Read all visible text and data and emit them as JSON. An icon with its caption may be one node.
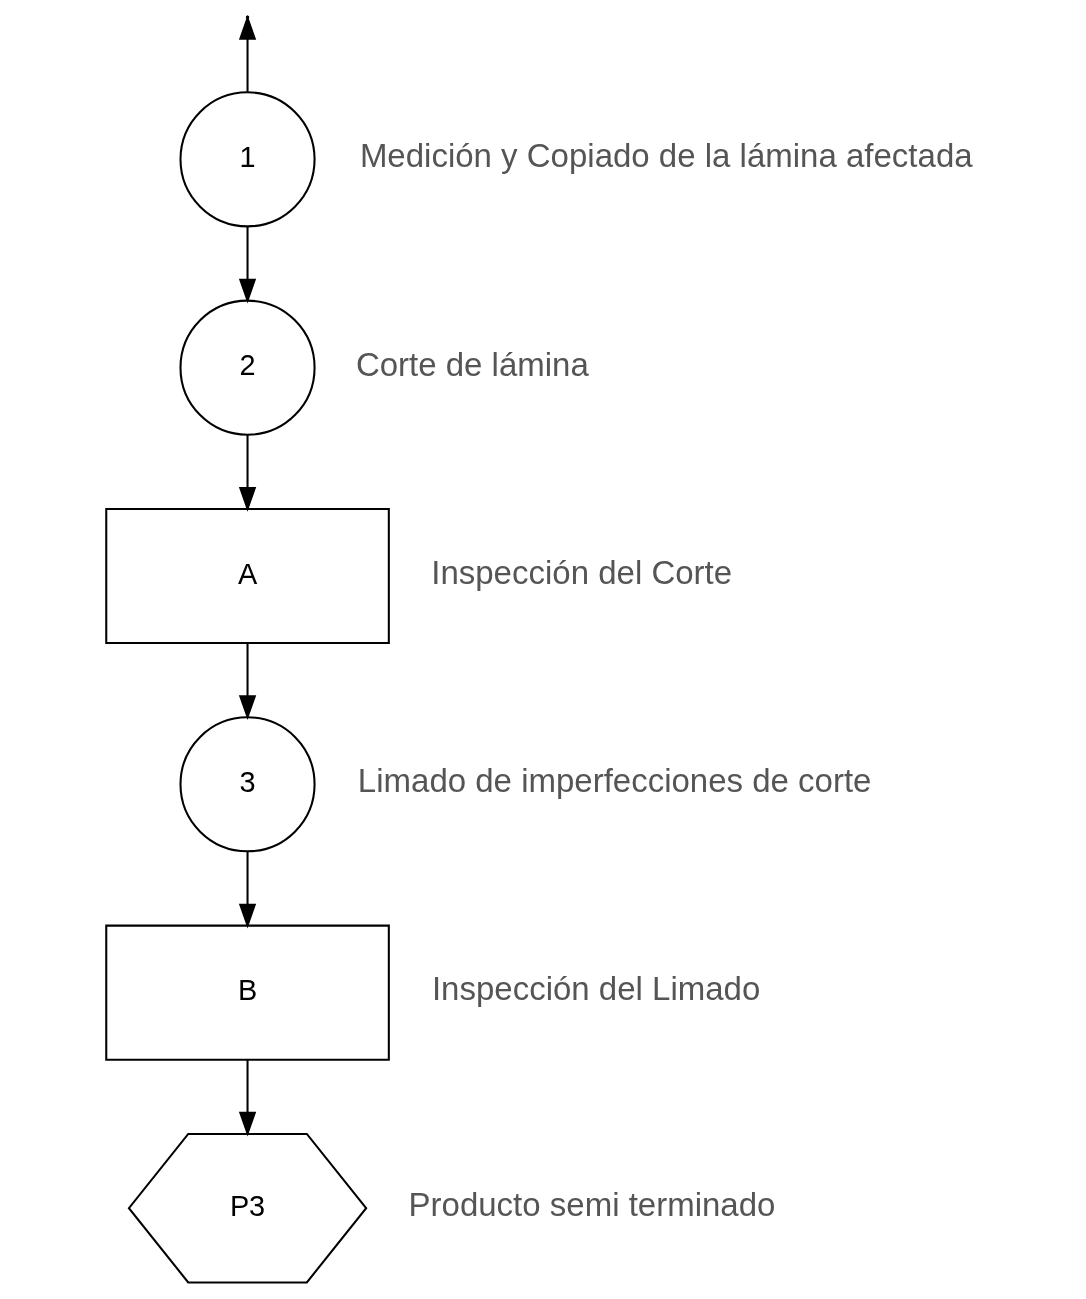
{
  "diagram": {
    "nodes": [
      {
        "text": [
          "1"
        ],
        "beside": [
          "Medición y Copiado de la lámina afectada"
        ]
      },
      {
        "text": [
          "2"
        ],
        "beside": [
          "Corte de lámina"
        ]
      },
      {
        "text": [
          "A"
        ],
        "beside": [
          "Inspección del Corte"
        ]
      },
      {
        "text": [
          "3"
        ],
        "beside": [
          "Limado de imperfecciones de corte"
        ]
      },
      {
        "text": [
          "B"
        ],
        "beside": [
          "Inspección del Limado"
        ]
      },
      {
        "text": [
          "P3"
        ],
        "beside": [
          "Producto semi terminado"
        ]
      }
    ],
    "edges": [
      {
        "from": 0,
        "to": null,
        "arrow": "to"
      },
      {
        "from": 0,
        "to": 1,
        "arrow": "to"
      },
      {
        "from": 1,
        "to": 2,
        "arrow": "to"
      },
      {
        "from": 2,
        "to": 3,
        "arrow": "to"
      },
      {
        "from": 3,
        "to": 4,
        "arrow": "to"
      },
      {
        "from": 4,
        "to": 5,
        "arrow": "to"
      }
    ]
  }
}
